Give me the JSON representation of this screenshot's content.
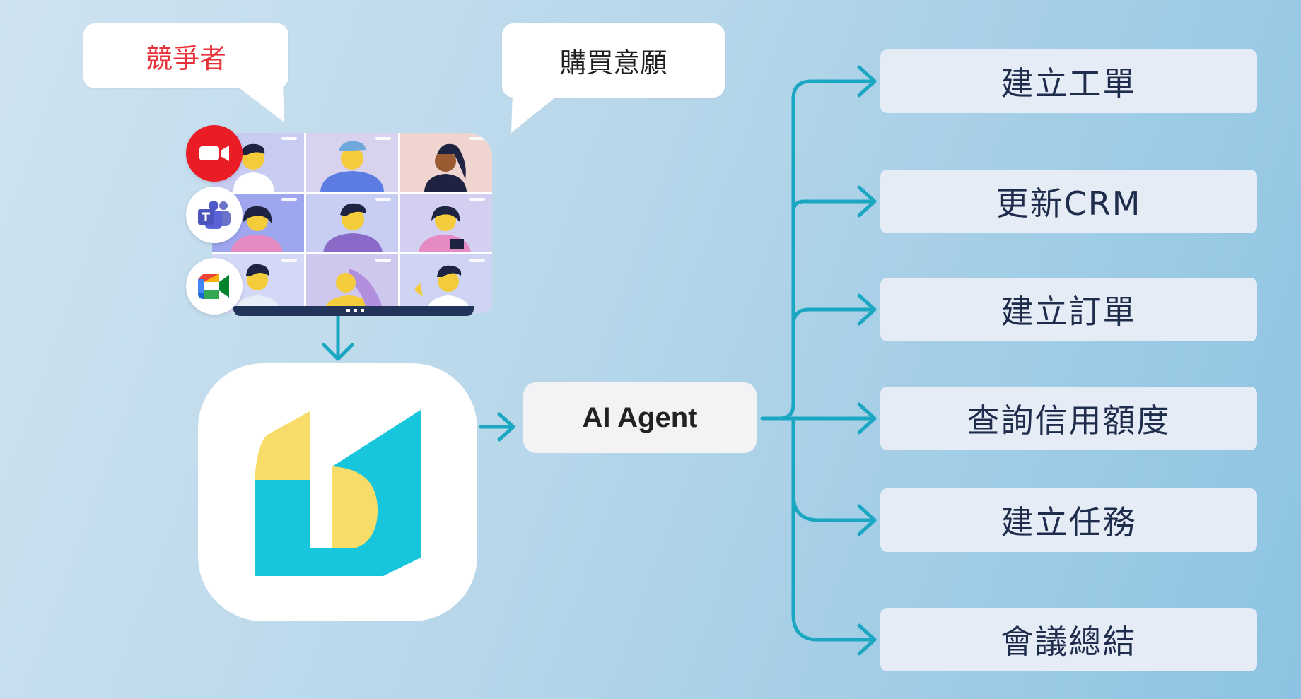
{
  "bubbles": {
    "competitor": "競爭者",
    "purchase_intent": "購買意願"
  },
  "meeting": {
    "platform_icons": [
      "zoom-icon",
      "teams-icon",
      "google-meet-icon"
    ]
  },
  "agent": {
    "label": "AI Agent"
  },
  "actions": [
    "建立工單",
    "更新CRM",
    "建立訂單",
    "查詢信用額度",
    "建立任務",
    "會議總結"
  ],
  "colors": {
    "connector": "#1ba7c1",
    "competitor_text": "#e8323a",
    "logo_cyan": "#17c5dd",
    "logo_yellow": "#f8dc6a",
    "action_text": "#1f2d4c"
  }
}
